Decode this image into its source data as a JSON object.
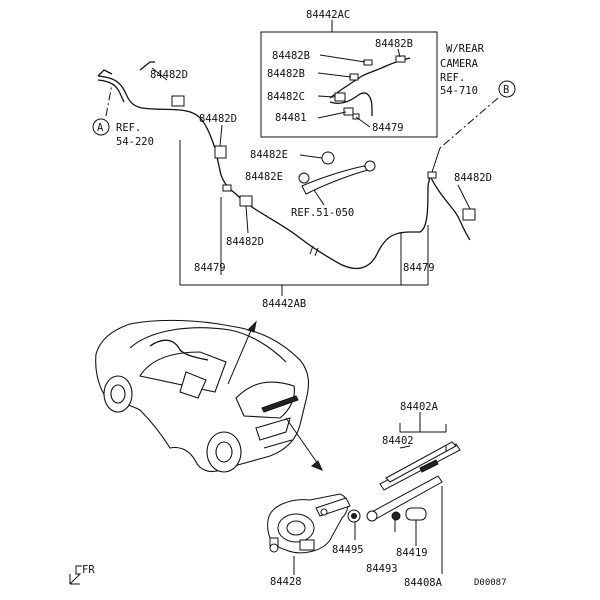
{
  "labels": {
    "top_assembly": "84442AC",
    "w_rear_line1": "W/REAR",
    "w_rear_line2": "CAMERA",
    "w_rear_line3": "REF.",
    "w_rear_line4": "54-710",
    "circle_b": "B",
    "circle_a": "A",
    "ref_a_line1": "REF.",
    "ref_a_line2": "54-220",
    "ref_51": "REF.51-050",
    "p84482b_1": "84482B",
    "p84482b_2": "84482B",
    "p84482b_3": "84482B",
    "p84482c": "84482C",
    "p84481": "84481",
    "p84479_top": "84479",
    "p84482d_left": "84482D",
    "p84482d_mid": "84482D",
    "p84482d_right": "84482D",
    "p84482d_low": "84482D",
    "p84482e_1": "84482E",
    "p84482e_2": "84482E",
    "p84479_left": "84479",
    "p84479_right": "84479",
    "bottom_assembly": "84442AB",
    "p84402a": "84402A",
    "p84402": "84402",
    "p84495": "84495",
    "p84493": "84493",
    "p84419": "84419",
    "p84408a": "84408A",
    "p84428": "84428",
    "fr": "FR",
    "doc_code": "D00087"
  }
}
